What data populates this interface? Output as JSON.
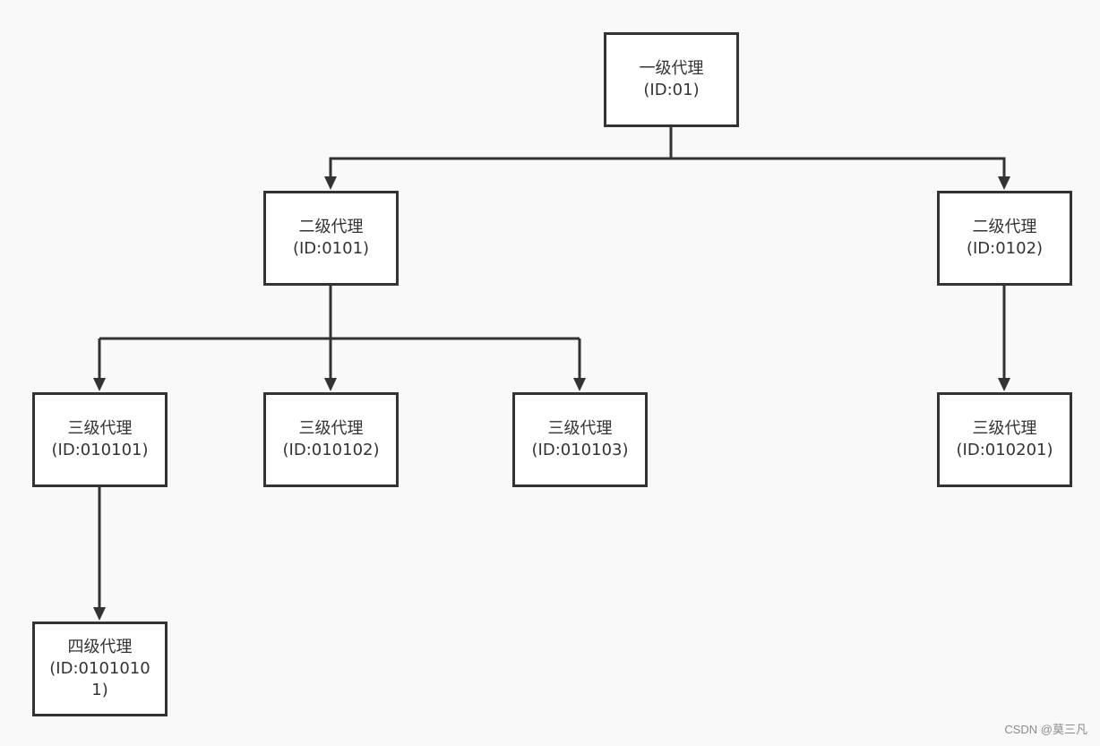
{
  "diagram": {
    "nodes": {
      "level1": {
        "title": "一级代理",
        "id_text": "(ID:01)"
      },
      "level2_a": {
        "title": "二级代理",
        "id_text": "(ID:0101)"
      },
      "level2_b": {
        "title": "二级代理",
        "id_text": "(ID:0102)"
      },
      "level3_a": {
        "title": "三级代理",
        "id_text": "(ID:010101)"
      },
      "level3_b": {
        "title": "三级代理",
        "id_text": "(ID:010102)"
      },
      "level3_c": {
        "title": "三级代理",
        "id_text": "(ID:010103)"
      },
      "level3_d": {
        "title": "三级代理",
        "id_text": "(ID:010201)"
      },
      "level4_a": {
        "title": "四级代理",
        "id_text": "(ID:01010101)"
      }
    },
    "colors": {
      "background": "#f9f9f9",
      "node_fill": "#ffffff",
      "stroke": "#333333",
      "text": "#333333"
    }
  },
  "watermark": "CSDN @莫三凡"
}
